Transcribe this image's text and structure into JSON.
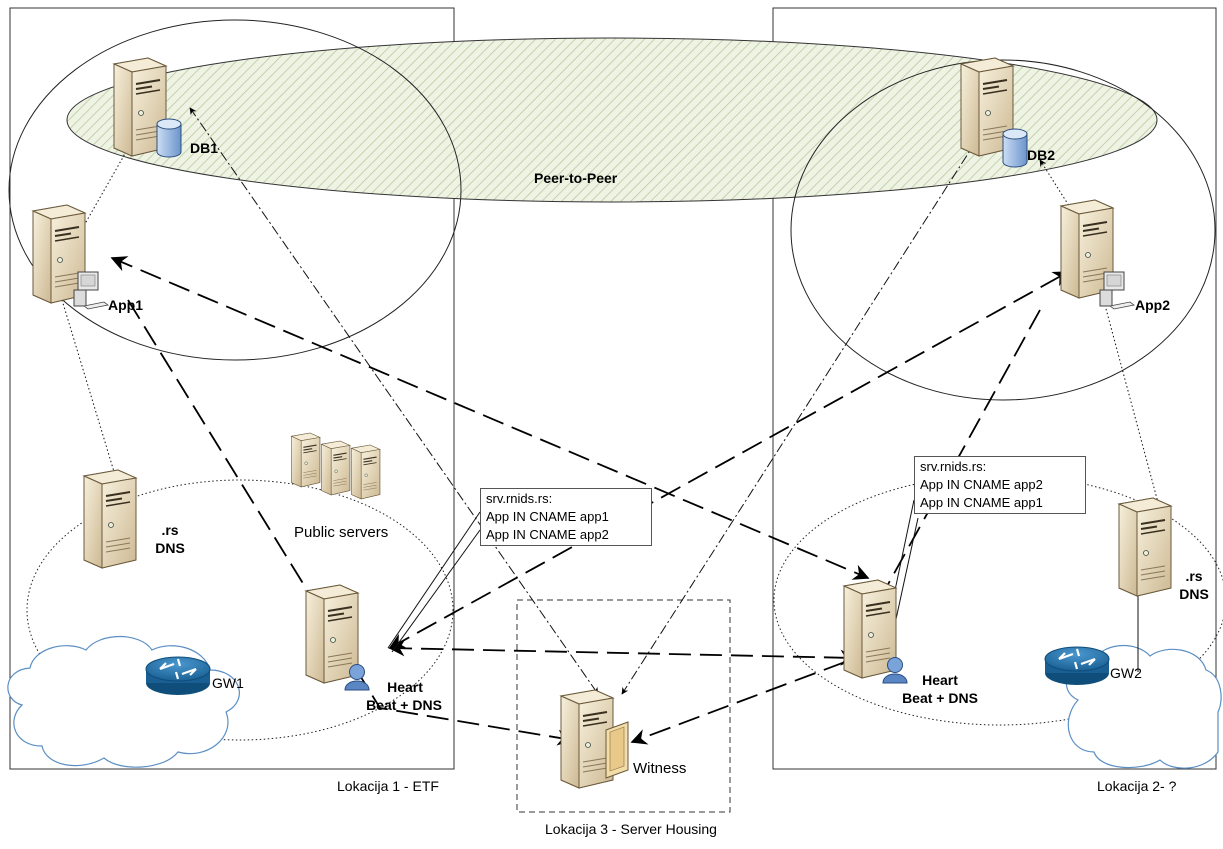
{
  "labels": {
    "db1": "DB1",
    "db2": "DB2",
    "app1": "App1",
    "app2": "App2",
    "peer": "Peer-to-Peer",
    "public_servers": "Public servers",
    "rs_dns_left_1": ".rs",
    "rs_dns_left_2": "DNS",
    "rs_dns_right_1": ".rs",
    "rs_dns_right_2": "DNS",
    "gw1": "GW1",
    "gw2": "GW2",
    "hb_left_1": "Heart",
    "hb_left_2": "Beat + DNS",
    "hb_right_1": "Heart",
    "hb_right_2": "Beat + DNS",
    "witness": "Witness",
    "loc1": "Lokacija 1 - ETF",
    "loc2": "Lokacija 2- ?",
    "loc3": "Lokacija 3 - Server Housing"
  },
  "notes": {
    "left": {
      "title": "srv.rnids.rs:",
      "line1": "App IN CNAME app1",
      "line2": "App IN CNAME app2"
    },
    "right": {
      "title": "srv.rnids.rs:",
      "line1": "App IN CNAME app2",
      "line2": "App IN CNAME app1"
    }
  },
  "colors": {
    "server_light": "#efe6cf",
    "server_dark": "#c9b48a",
    "cylinder": "#9fbfe6",
    "router": "#1f6fa8",
    "peer_fill": "#e3ecd4",
    "person": "#5b86c4"
  }
}
